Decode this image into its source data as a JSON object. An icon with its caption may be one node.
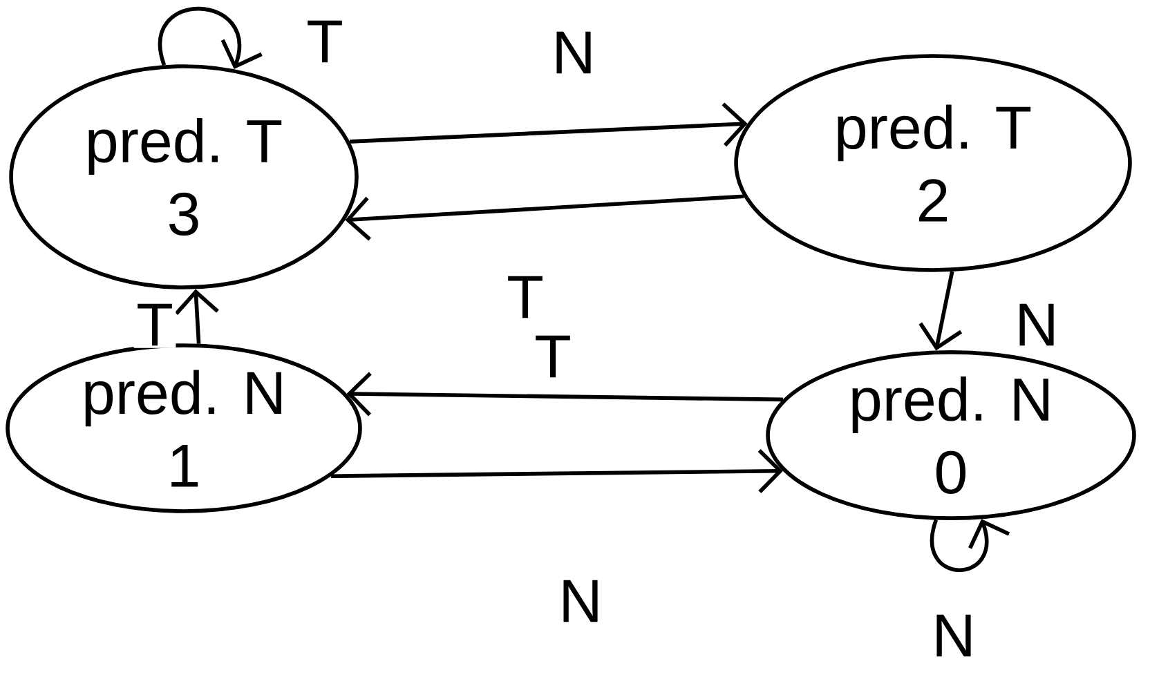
{
  "diagram": {
    "nodes": [
      {
        "text": [
          "pred. T",
          "3"
        ]
      },
      {
        "text": [
          "pred. T",
          "2"
        ]
      },
      {
        "text": [
          "pred. N",
          "1"
        ]
      },
      {
        "text": [
          "pred. N",
          "0"
        ]
      }
    ],
    "edges": [
      {
        "from": 0,
        "to": 0,
        "arrow": "to",
        "label": "T"
      },
      {
        "from": 0,
        "to": 1,
        "arrow": "to",
        "label": "N"
      },
      {
        "from": 1,
        "to": 0,
        "arrow": "to",
        "label": "T"
      },
      {
        "from": 1,
        "to": 3,
        "arrow": "to",
        "label": "N"
      },
      {
        "from": 2,
        "to": 0,
        "arrow": "to",
        "label": "T"
      },
      {
        "from": 3,
        "to": 2,
        "arrow": "to",
        "label": "T"
      },
      {
        "from": 2,
        "to": 3,
        "arrow": "to",
        "label": "N"
      },
      {
        "from": 3,
        "to": 3,
        "arrow": "to",
        "label": "N"
      }
    ]
  }
}
